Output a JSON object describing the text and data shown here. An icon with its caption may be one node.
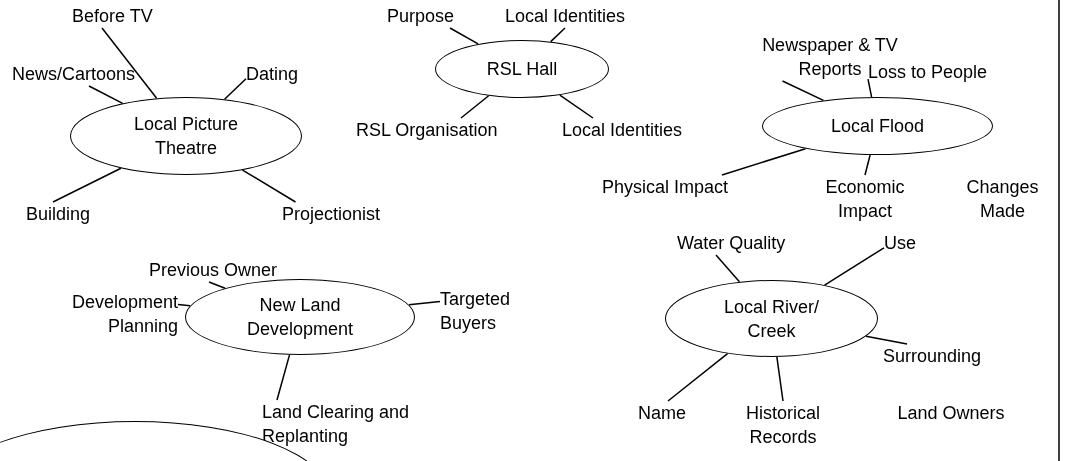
{
  "diagram": {
    "nodes": [
      {
        "text": [
          "Local Picture Theatre"
        ]
      },
      {
        "text": [
          "Before TV"
        ]
      },
      {
        "text": [
          "News/Cartoons"
        ]
      },
      {
        "text": [
          "Dating"
        ]
      },
      {
        "text": [
          "Building"
        ]
      },
      {
        "text": [
          "Projectionist"
        ]
      },
      {
        "text": [
          "RSL Hall"
        ]
      },
      {
        "text": [
          "Purpose"
        ]
      },
      {
        "text": [
          "Local Identities"
        ]
      },
      {
        "text": [
          "RSL Organisation"
        ]
      },
      {
        "text": [
          "Local Identities"
        ]
      },
      {
        "text": [
          "Local Flood"
        ]
      },
      {
        "text": [
          "Newspaper & TV Reports"
        ]
      },
      {
        "text": [
          "Loss to People"
        ]
      },
      {
        "text": [
          "Physical Impact"
        ]
      },
      {
        "text": [
          "Economic Impact"
        ]
      },
      {
        "text": [
          "New Land Development"
        ]
      },
      {
        "text": [
          "Previous Owner"
        ]
      },
      {
        "text": [
          "Development Planning"
        ]
      },
      {
        "text": [
          "Targeted Buyers"
        ]
      },
      {
        "text": [
          "Land Clearing and Replanting"
        ]
      },
      {
        "text": [
          "Local River/ Creek"
        ]
      },
      {
        "text": [
          "Water Quality"
        ]
      },
      {
        "text": [
          "Use"
        ]
      },
      {
        "text": [
          "Surrounding"
        ]
      },
      {
        "text": [
          "Name"
        ]
      },
      {
        "text": [
          "Historical Records"
        ]
      },
      {
        "text": [],
        "shape": "ellipse"
      }
    ],
    "edges": [
      {
        "from": 0,
        "to": 1,
        "arrow": "none"
      },
      {
        "from": 0,
        "to": 2,
        "arrow": "none"
      },
      {
        "from": 0,
        "to": 3,
        "arrow": "none"
      },
      {
        "from": 0,
        "to": 4,
        "arrow": "none"
      },
      {
        "from": 0,
        "to": 5,
        "arrow": "none"
      },
      {
        "from": 6,
        "to": 7,
        "arrow": "none"
      },
      {
        "from": 6,
        "to": 8,
        "arrow": "none"
      },
      {
        "from": 6,
        "to": 9,
        "arrow": "none"
      },
      {
        "from": 6,
        "to": 10,
        "arrow": "none"
      },
      {
        "from": 11,
        "to": 12,
        "arrow": "none"
      },
      {
        "from": 11,
        "to": 13,
        "arrow": "none"
      },
      {
        "from": 11,
        "to": 14,
        "arrow": "none"
      },
      {
        "from": 11,
        "to": 15,
        "arrow": "none"
      },
      {
        "from": 16,
        "to": 17,
        "arrow": "none"
      },
      {
        "from": 16,
        "to": 18,
        "arrow": "none"
      },
      {
        "from": 16,
        "to": 19,
        "arrow": "none"
      },
      {
        "from": 16,
        "to": 20,
        "arrow": "none"
      },
      {
        "from": 21,
        "to": 22,
        "arrow": "none"
      },
      {
        "from": 21,
        "to": 23,
        "arrow": "none"
      },
      {
        "from": 21,
        "to": 24,
        "arrow": "none"
      },
      {
        "from": 21,
        "to": 25,
        "arrow": "none"
      },
      {
        "from": 21,
        "to": 26,
        "arrow": "none"
      }
    ],
    "labels": [
      "Changes Made",
      "Land Owners"
    ]
  }
}
